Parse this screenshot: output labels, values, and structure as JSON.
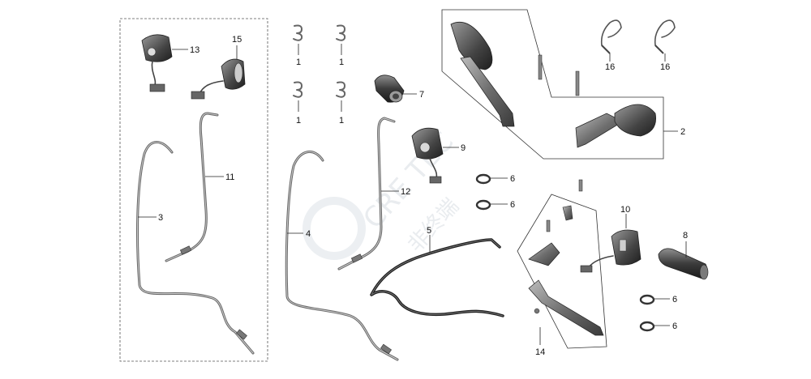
{
  "callouts": {
    "c1a": "1",
    "c1b": "1",
    "c1c": "1",
    "c1d": "1",
    "c2": "2",
    "c3": "3",
    "c4": "4",
    "c5": "5",
    "c6a": "6",
    "c6b": "6",
    "c6c": "6",
    "c6d": "6",
    "c7": "7",
    "c8": "8",
    "c9": "9",
    "c10": "10",
    "c11": "11",
    "c12": "12",
    "c13": "13",
    "c14": "14",
    "c15": "15",
    "c16a": "16",
    "c16b": "16"
  },
  "watermark": {
    "text": "CRE TEC",
    "subtext": "非终端"
  },
  "colors": {
    "line": "#222222",
    "part_dark": "#555555",
    "part_mid": "#8a8a8a",
    "part_light": "#c8c8c8",
    "watermark": "#e9ecef"
  }
}
